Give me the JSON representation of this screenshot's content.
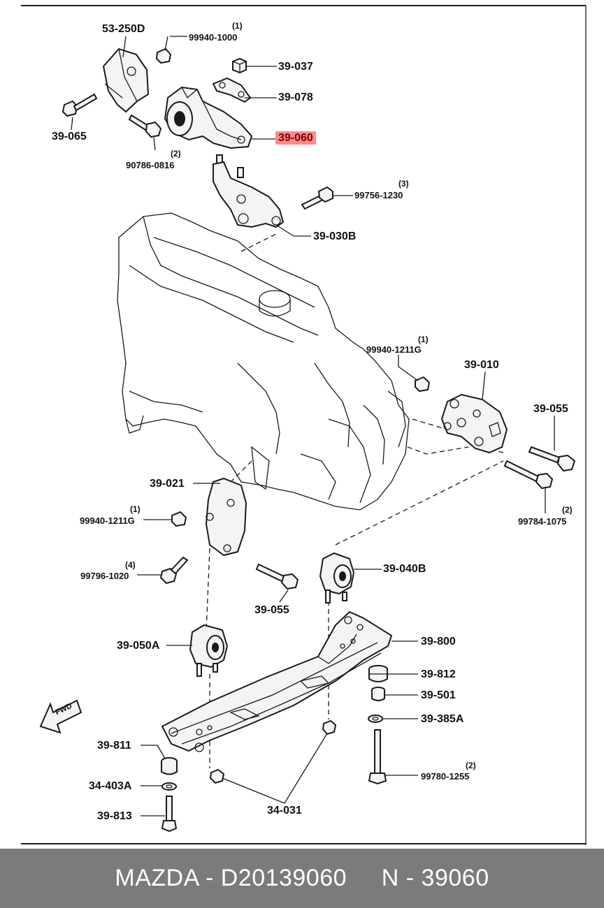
{
  "footer": {
    "text": "MAZDA - D20139060     N - 39060"
  },
  "highlighted_part": "39-060",
  "highlight_color": "#ff8a8a",
  "footer_color": "#7b7b7b",
  "fwd_label": "FWD",
  "labels": [
    {
      "id": "53-250D",
      "text": "53-250D"
    },
    {
      "id": "99940-1000",
      "text": "99940-1000",
      "qty": "(1)"
    },
    {
      "id": "39-037",
      "text": "39-037"
    },
    {
      "id": "39-078",
      "text": "39-078"
    },
    {
      "id": "39-065",
      "text": "39-065"
    },
    {
      "id": "39-060",
      "text": "39-060"
    },
    {
      "id": "90786-0816",
      "text": "90786-0816",
      "qty": "(2)"
    },
    {
      "id": "99756-1230",
      "text": "99756-1230",
      "qty": "(3)"
    },
    {
      "id": "39-030B",
      "text": "39-030B"
    },
    {
      "id": "99940-1211G-a",
      "text": "99940-1211G",
      "qty": "(1)"
    },
    {
      "id": "39-010",
      "text": "39-010"
    },
    {
      "id": "39-055-a",
      "text": "39-055"
    },
    {
      "id": "39-021",
      "text": "39-021"
    },
    {
      "id": "99940-1211G-b",
      "text": "99940-1211G",
      "qty": "(1)"
    },
    {
      "id": "99784-1075",
      "text": "99784-1075",
      "qty": "(2)"
    },
    {
      "id": "99796-1020",
      "text": "99796-1020",
      "qty": "(4)"
    },
    {
      "id": "39-040B",
      "text": "39-040B"
    },
    {
      "id": "39-055-b",
      "text": "39-055"
    },
    {
      "id": "39-050A",
      "text": "39-050A"
    },
    {
      "id": "39-800",
      "text": "39-800"
    },
    {
      "id": "39-812",
      "text": "39-812"
    },
    {
      "id": "39-501",
      "text": "39-501"
    },
    {
      "id": "39-385A",
      "text": "39-385A"
    },
    {
      "id": "39-811",
      "text": "39-811"
    },
    {
      "id": "99780-1255",
      "text": "99780-1255",
      "qty": "(2)"
    },
    {
      "id": "34-403A",
      "text": "34-403A"
    },
    {
      "id": "34-031",
      "text": "34-031"
    },
    {
      "id": "39-813",
      "text": "39-813"
    }
  ]
}
